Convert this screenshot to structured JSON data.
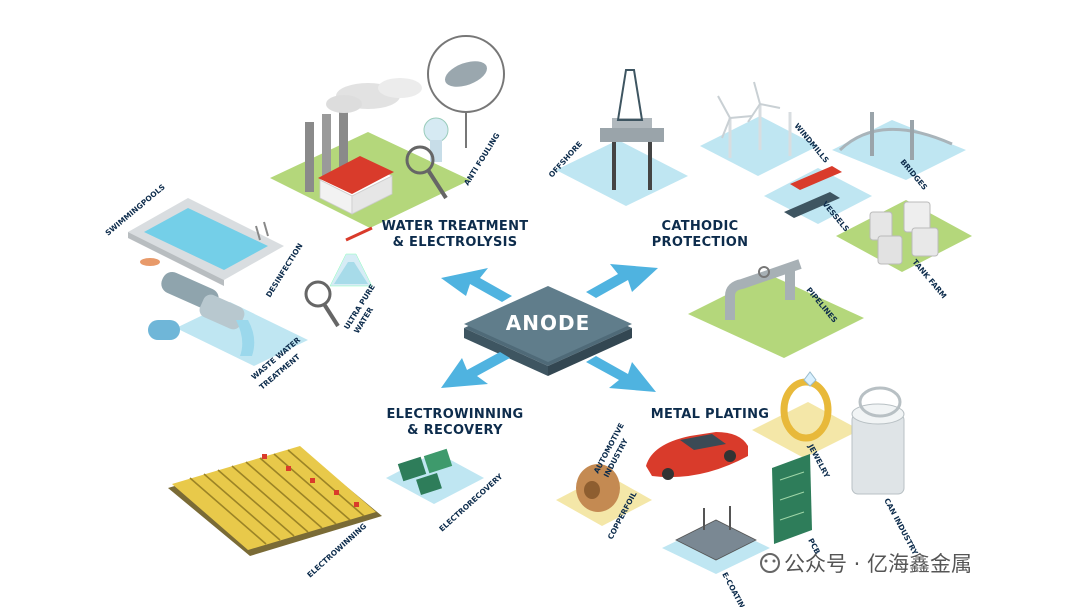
{
  "center": "ANODE",
  "sections": {
    "water": [
      "WATER TREATMENT",
      "& ELECTROLYSIS"
    ],
    "cathodic": [
      "CATHODIC",
      "PROTECTION"
    ],
    "electrowinning": [
      "ELECTROWINNING",
      "& RECOVERY"
    ],
    "plating": [
      "METAL PLATING"
    ]
  },
  "labels": {
    "anti_fouling": "ANTI FOULING",
    "swimmingpools": "SWIMMINGPOOLS",
    "disinfection": "DESINFECTION",
    "ultra_pure": [
      "ULTRA PURE",
      "WATER"
    ],
    "waste_water": [
      "WASTE WATER",
      "TREATMENT"
    ],
    "offshore": "OFFSHORE",
    "windmills": "WINDMILLS",
    "bridges": "BRIDGES",
    "vessels": "VESSELS",
    "tank_farm": "TANK FARM",
    "pipelines": "PIPELINES",
    "electrowinning": "ELECTROWINNING",
    "electrorecovery": "ELECTRORECOVERY",
    "copperfoil": "COPPERFOIL",
    "automotive": [
      "AUTOMOTIVE",
      "INDUSTRY"
    ],
    "jewelry": "JEWELRY",
    "pcb": "PCB",
    "e_coating": "E-COATING",
    "can_industry": "CAN INDUSTRY"
  },
  "watermark": "公众号 · 亿海鑫金属",
  "colors": {
    "navy": "#0d2c4c",
    "anode": "#607d8b",
    "arrow": "#4fb3e0",
    "green": "#b4d77b",
    "water": "#bfe6f2",
    "gold": "#e8c94a",
    "copper": "#c48a52",
    "red": "#d93b2b"
  }
}
